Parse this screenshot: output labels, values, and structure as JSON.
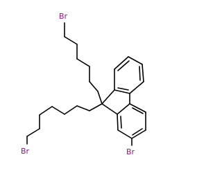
{
  "molecule": {
    "atoms": [
      {
        "symbol": "Br",
        "color": "#8b1a7c"
      },
      {
        "symbol": "Br",
        "color": "#8b1a7c"
      },
      {
        "symbol": "Br",
        "color": "#8b1a7c"
      }
    ],
    "bond_color": "#000000",
    "background": "#ffffff"
  }
}
